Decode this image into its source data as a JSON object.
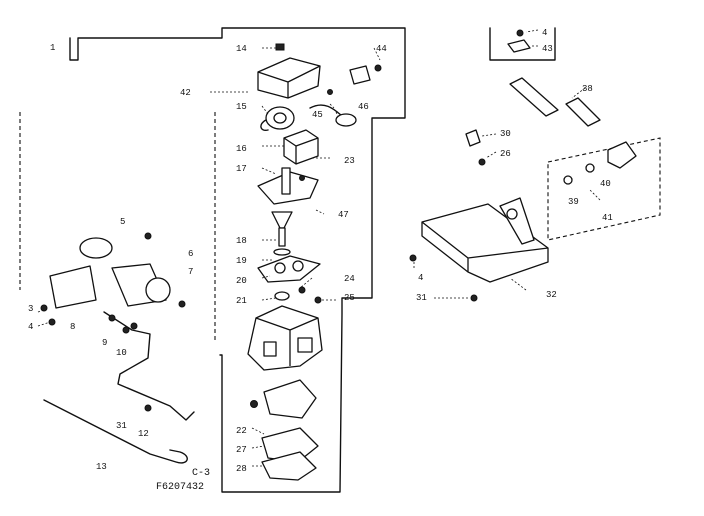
{
  "diagram": {
    "codes": {
      "section": "C-3",
      "part_code": "F6207432"
    },
    "labels": {
      "n1": "1",
      "n42": "42",
      "n14": "14",
      "n44": "44",
      "n4a": "4",
      "n43": "43",
      "n15": "15",
      "n45": "45",
      "n46": "46",
      "n38": "38",
      "n16": "16",
      "n23": "23",
      "n30": "30",
      "n26": "26",
      "n17": "17",
      "n40": "40",
      "n39": "39",
      "n41": "41",
      "n47": "47",
      "n5": "5",
      "n18": "18",
      "n6": "6",
      "n19": "19",
      "n7": "7",
      "n20": "20",
      "n24": "24",
      "n4b": "4",
      "n21": "21",
      "n25": "25",
      "n31a": "31",
      "n32": "32",
      "n3": "3",
      "n4c": "4",
      "n8": "8",
      "n9": "9",
      "n10": "10",
      "n31b": "31",
      "n12": "12",
      "n13": "13",
      "n22": "22",
      "n27": "27",
      "n28": "28"
    }
  }
}
